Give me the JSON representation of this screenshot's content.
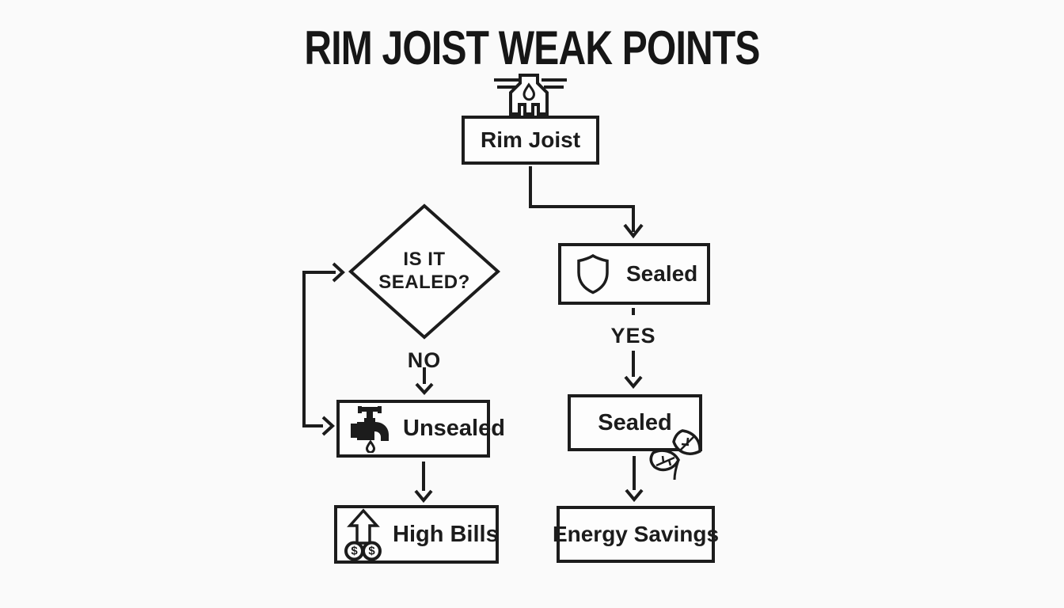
{
  "title": "RIM JOIST WEAK POINTS",
  "colors": {
    "ink": "#1c1c1c",
    "background": "#fafafa",
    "node_fill": "#fdfdfd"
  },
  "nodes": {
    "rim_joist": {
      "label": "Rim Joist",
      "icon": "rim-joist-bracket-icon"
    },
    "decision": {
      "line1": "IS IT",
      "line2": "SEALED?"
    },
    "sealed_state": {
      "label": "Sealed",
      "icon": "shield-icon"
    },
    "unsealed": {
      "label": "Unsealed",
      "icon": "faucet-drip-icon"
    },
    "sealed_outcome": {
      "label": "Sealed",
      "icon": "leaf-icon"
    },
    "high_bills": {
      "label": "High Bills",
      "icon": "rising-cost-coins-icon"
    },
    "energy_savings": {
      "label": "Energy Savings"
    }
  },
  "edge_labels": {
    "no": "NO",
    "yes": "YES"
  },
  "icons": {
    "dollar_glyph": "$"
  }
}
